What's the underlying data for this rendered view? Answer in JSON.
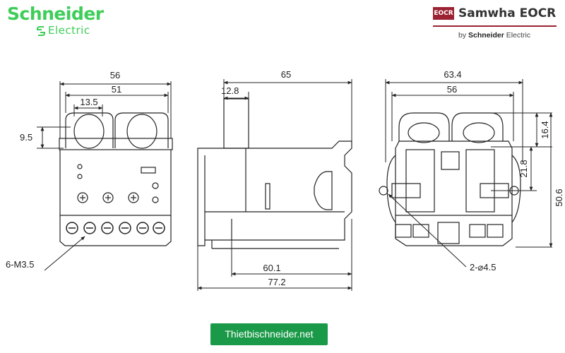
{
  "brand_left": {
    "name": "Schneider",
    "sub": "Electric",
    "color": "#3dcd58"
  },
  "brand_right": {
    "box_label": "EOCR",
    "name": "Samwha EOCR",
    "by_prefix": "by",
    "by_brand": "Schneider",
    "by_suffix": "Electric",
    "color": "#9b2232"
  },
  "front_view": {
    "width_overall": "56",
    "width_inner": "51",
    "hole_width": "13.5",
    "hole_height": "9.5",
    "terminal_note": "6-M3.5"
  },
  "side_view": {
    "depth_overall": "65",
    "top_offset": "12.8",
    "base_depth": "60.1",
    "base_total": "77.2"
  },
  "rear_view": {
    "width_overall": "63.4",
    "width_inner": "56",
    "top_height": "16.4",
    "mid_height": "21.8",
    "total_height": "50.6",
    "hole_note": "2-⌀4.5"
  },
  "footer": {
    "site": "Thietbischneider.net"
  }
}
